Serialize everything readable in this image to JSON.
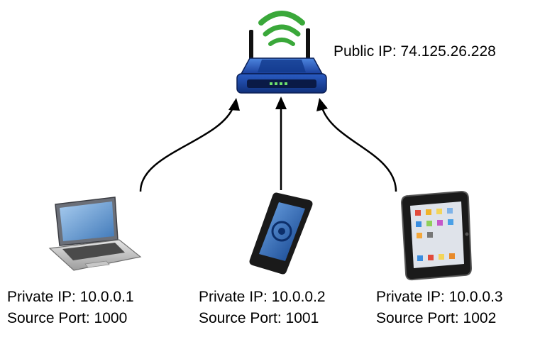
{
  "router": {
    "icon": "wireless-router-icon",
    "public_ip": "Public IP: 74.125.26.228",
    "colors": {
      "body": "#1f4fb0",
      "signal": "#3aa83a"
    }
  },
  "devices": [
    {
      "icon": "laptop-icon",
      "private_ip": "Private IP: 10.0.0.1",
      "source_port": "Source Port: 1000"
    },
    {
      "icon": "smartphone-icon",
      "private_ip": "Private IP: 10.0.0.2",
      "source_port": "Source Port: 1001"
    },
    {
      "icon": "tablet-icon",
      "private_ip": "Private IP: 10.0.0.3",
      "source_port": "Source Port: 1002"
    }
  ]
}
